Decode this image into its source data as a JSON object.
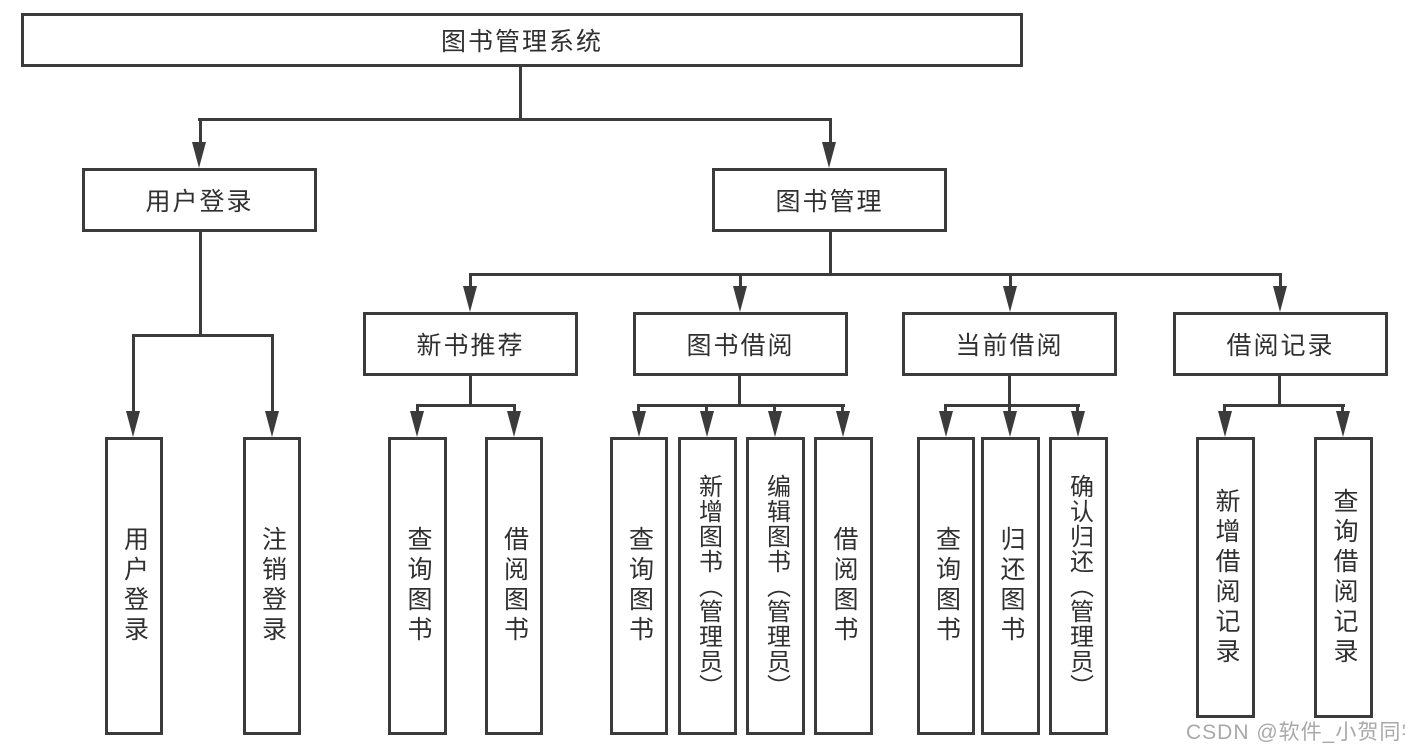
{
  "tree": {
    "root": "图书管理系统",
    "branches": [
      {
        "label": "用户登录",
        "children": [
          "用户登录",
          "注销登录"
        ]
      },
      {
        "label": "图书管理",
        "groups": [
          {
            "label": "新书推荐",
            "children": [
              "查询图书",
              "借阅图书"
            ]
          },
          {
            "label": "图书借阅",
            "children": [
              "查询图书",
              "新增图书（管理员）",
              "编辑图书（管理员）",
              "借阅图书"
            ]
          },
          {
            "label": "当前借阅",
            "children": [
              "查询图书",
              "归还图书",
              "确认归还（管理员）"
            ]
          },
          {
            "label": "借阅记录",
            "children": [
              "新增借阅记录",
              "查询借阅记录"
            ]
          }
        ]
      }
    ]
  },
  "watermark": {
    "text": "CSDN @软件_小贺同学"
  },
  "colors": {
    "line": "#3b3b3b",
    "text": "#303030",
    "watermark": "#a9a9a9"
  }
}
